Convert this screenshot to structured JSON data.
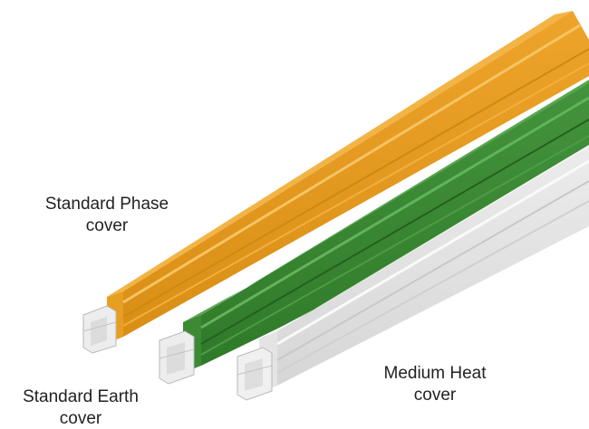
{
  "labels": {
    "phase": {
      "line1": "Standard Phase",
      "line2": "cover"
    },
    "earth": {
      "line1": "Standard Earth",
      "line2": "cover"
    },
    "heat": {
      "line1": "Medium Heat",
      "line2": "cover"
    }
  },
  "colors": {
    "phase_top": "#f1ae3a",
    "phase_front": "#e39a1b",
    "phase_dark": "#c98412",
    "earth_top": "#4c9c44",
    "earth_front": "#3a8532",
    "earth_dark": "#2c6d26",
    "heat_top": "#f2f2f2",
    "heat_front": "#e2e2e2",
    "heat_dark": "#c4c4c4",
    "insert": "#ececec",
    "insert_edge": "#b8b8b8"
  }
}
